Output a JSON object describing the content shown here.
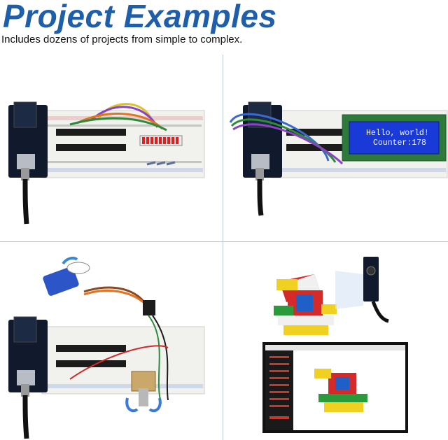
{
  "header": {
    "title": "Project Examples",
    "subtitle": "Includes dozens of projects from simple to complex."
  },
  "lcd": {
    "line1": "Hello, world!",
    "line2": "Counter:178"
  },
  "colors": {
    "title": "#1f5faa",
    "board": "#101a2c",
    "lcd_bg": "#1a3ad8",
    "breadboard": "#f1f1ee"
  }
}
